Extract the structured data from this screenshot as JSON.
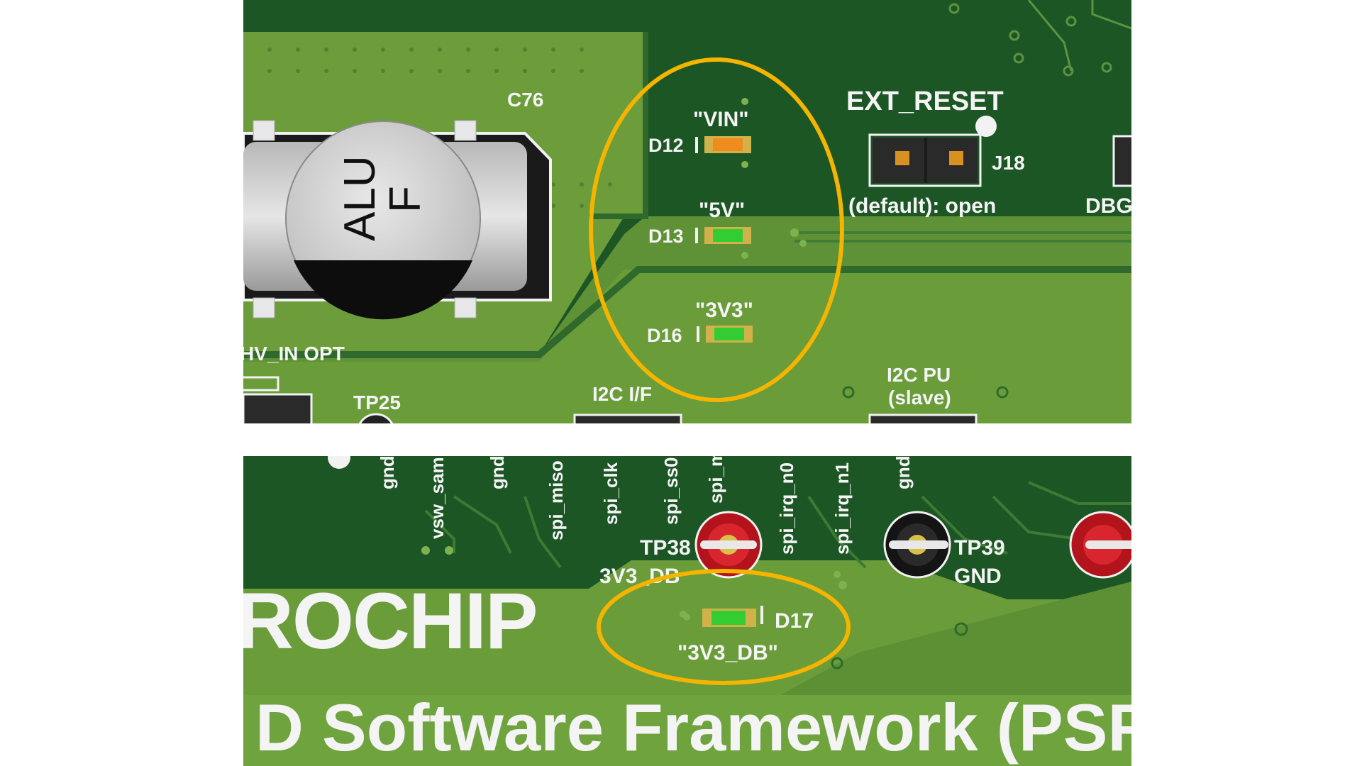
{
  "top_panel": {
    "capacitor_ref": "C76",
    "capacitor_text_1": "ALU",
    "capacitor_text_2": "F",
    "led_vin_label": "\"VIN\"",
    "led_vin_ref": "D12",
    "led_5v_label": "\"5V\"",
    "led_5v_ref": "D13",
    "led_3v3_label": "\"3V3\"",
    "led_3v3_ref": "D16",
    "reset_title": "EXT_RESET",
    "jumper_ref": "J18",
    "jumper_note": "(default): open",
    "dbg_label": "DBG",
    "hv_in_label": "HV_IN OPT",
    "tp25_label": "TP25",
    "i2c_if_label": "I2C I/F",
    "i2c_pu_label_1": "I2C PU",
    "i2c_pu_label_2": "(slave)"
  },
  "bottom_panel": {
    "pin_labels": [
      "gnd",
      "vsw_sam",
      "gnd",
      "spi_miso",
      "spi_clk",
      "spi_ss0",
      "spi_mosi",
      "spi_irq_n0",
      "spi_irq_n1",
      "gnd"
    ],
    "tp38_ref": "TP38",
    "tp38_net": "3V3_DB",
    "tp39_ref": "TP39",
    "tp39_net": "GND",
    "brand_fragment": "ROCHIP",
    "led_ref": "D17",
    "led_label": "\"3V3_DB\"",
    "banner_text": "D Software Framework (PSF)"
  },
  "colors": {
    "board_dark": "#1c5424",
    "board_light": "#6a9c3a",
    "highlight_ring": "#f4b400",
    "led_green": "#33cc33",
    "led_orange": "#f08c1e"
  },
  "icons": [
    "capacitor-icon",
    "led-icon",
    "jumper-icon",
    "test-point-icon"
  ]
}
